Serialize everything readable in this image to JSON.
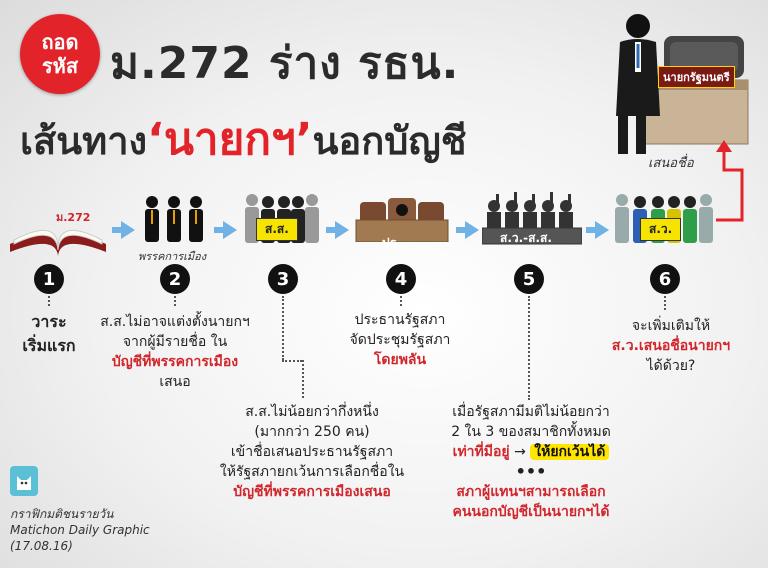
{
  "header": {
    "badge_line1": "ถอด",
    "badge_line2": "รหัส",
    "title_line1": "ม.272 ร่าง รธน.",
    "title_line2_pre": "เส้นทาง",
    "title_line2_highlight": "‘นายกฯ’",
    "title_line2_post": "นอกบัญชี"
  },
  "top_right": {
    "seat_label": "นายกรัฐมนตรี",
    "nominate_label": "เสนอชื่อ"
  },
  "steps": [
    {
      "num": "1",
      "icon": "open-book-icon",
      "icon_text": "ม.272"
    },
    {
      "num": "2",
      "icon": "party-members-icon",
      "icon_caption": "พรรคการเมือง"
    },
    {
      "num": "3",
      "icon": "mp-group-icon",
      "tag": "ส.ส."
    },
    {
      "num": "4",
      "icon": "parliament-president-icon",
      "tag": "ปธ."
    },
    {
      "num": "5",
      "icon": "voting-crowd-icon",
      "tag": "ส.ว.-ส.ส."
    },
    {
      "num": "6",
      "icon": "senators-icon",
      "tag": "ส.ว."
    }
  ],
  "texts": {
    "step1": [
      "วาระ",
      "เริ่มแรก"
    ],
    "step2": [
      "ส.ส.ไม่อาจแต่งตั้งนายกฯ",
      "จากผู้มีรายชื่อ ใน",
      "บัญชีที่พรรคการเมือง",
      "เสนอ"
    ],
    "step3": [
      "ส.ส.ไม่น้อยกว่ากึ่งหนึ่ง",
      "(มากกว่า 250 คน)",
      "เข้าชื่อเสนอประธานรัฐสภา",
      "ให้รัฐสภายกเว้นการเลือกชื่อใน",
      "บัญชีที่พรรคการเมืองเสนอ"
    ],
    "step4": [
      "ประธานรัฐสภา",
      "จัดประชุมรัฐสภา",
      "โดยพลัน"
    ],
    "step5": [
      "เมื่อรัฐสภามีมติไม่น้อยกว่า",
      "2 ใน 3 ของสมาชิกทั้งหมด",
      "เท่าที่มีอยู่",
      "→",
      "ให้ยกเว้นได้",
      "•••",
      "สภาผู้แทนฯสามารถเลือก",
      "คนนอกบัญชีเป็นนายกฯได้"
    ],
    "step6": [
      "จะเพิ่มเติมให้",
      "ส.ว.เสนอชื่อนายกฯ",
      "ได้ด้วย?"
    ]
  },
  "footer": {
    "line1": "กราฟิกมติชนรายวัน",
    "line2": "Matichon Daily Graphic",
    "line3": "(17.08.16)"
  },
  "colors": {
    "accent_red": "#d0262c",
    "arrow_blue": "#6fb2e3",
    "highlight_yellow": "#ffe500"
  }
}
